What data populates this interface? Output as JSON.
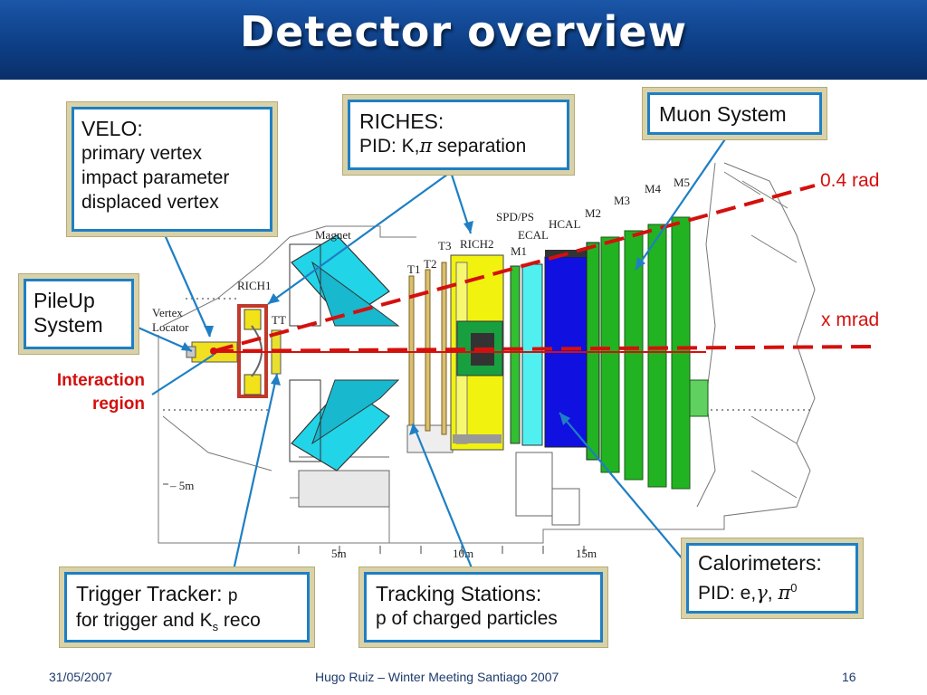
{
  "slide_title": "Detector overview",
  "callouts": {
    "velo": {
      "title": "VELO:",
      "lines": [
        "primary vertex",
        "impact parameter",
        "displaced vertex"
      ]
    },
    "riches": {
      "title": "RICHES:",
      "pid_prefix": "PID: K,",
      "pid_symbol": "π",
      "pid_suffix": " separation"
    },
    "muon": {
      "title": "Muon System"
    },
    "pileup": {
      "line1": "PileUp",
      "line2": "System"
    },
    "interaction": {
      "line1": "Interaction",
      "line2": "region"
    },
    "trigger": {
      "title_prefix": "Trigger Tracker: ",
      "title_symbol": "p",
      "line2_prefix": "for trigger and K",
      "line2_sub": "s",
      "line2_suffix": " reco"
    },
    "tracking": {
      "title": "Tracking Stations:",
      "line2": "p of charged particles"
    },
    "calorimeters": {
      "title": "Calorimeters:",
      "pid_prefix": "PID: e,",
      "pid_gamma": "γ",
      "pid_sep": ", ",
      "pid_pi": "π",
      "pid_sup": "0"
    }
  },
  "angles": {
    "outer": "0.4 rad",
    "inner": "x mrad"
  },
  "diagram_labels": {
    "magnet": "Magnet",
    "rich1": "RICH1",
    "vertex": "Vertex",
    "locator": "Locator",
    "tt": "TT",
    "t1": "T1",
    "t2": "T2",
    "t3": "T3",
    "rich2": "RICH2",
    "spd": "SPD/PS",
    "ecal": "ECAL",
    "hcal": "HCAL",
    "m1": "M1",
    "m2": "M2",
    "m3": "M3",
    "m4": "M4",
    "m5": "M5",
    "axis_5m": "5m",
    "axis_10m": "10m",
    "axis_15m": "15m",
    "axis_minus5m": "– 5m"
  },
  "footer": {
    "date": "31/05/2007",
    "center": "Hugo Ruiz – Winter Meeting Santiago 2007",
    "page": "16"
  },
  "colors": {
    "header_blue": "#0d3f86",
    "callout_border": "#1e7fc4",
    "beam_red": "#d4100d",
    "magnet_cyan": "#22d4e8",
    "muon_green": "#22b322",
    "ecal_blue": "#1010e0",
    "rich2_yellow": "#f2f20f"
  }
}
